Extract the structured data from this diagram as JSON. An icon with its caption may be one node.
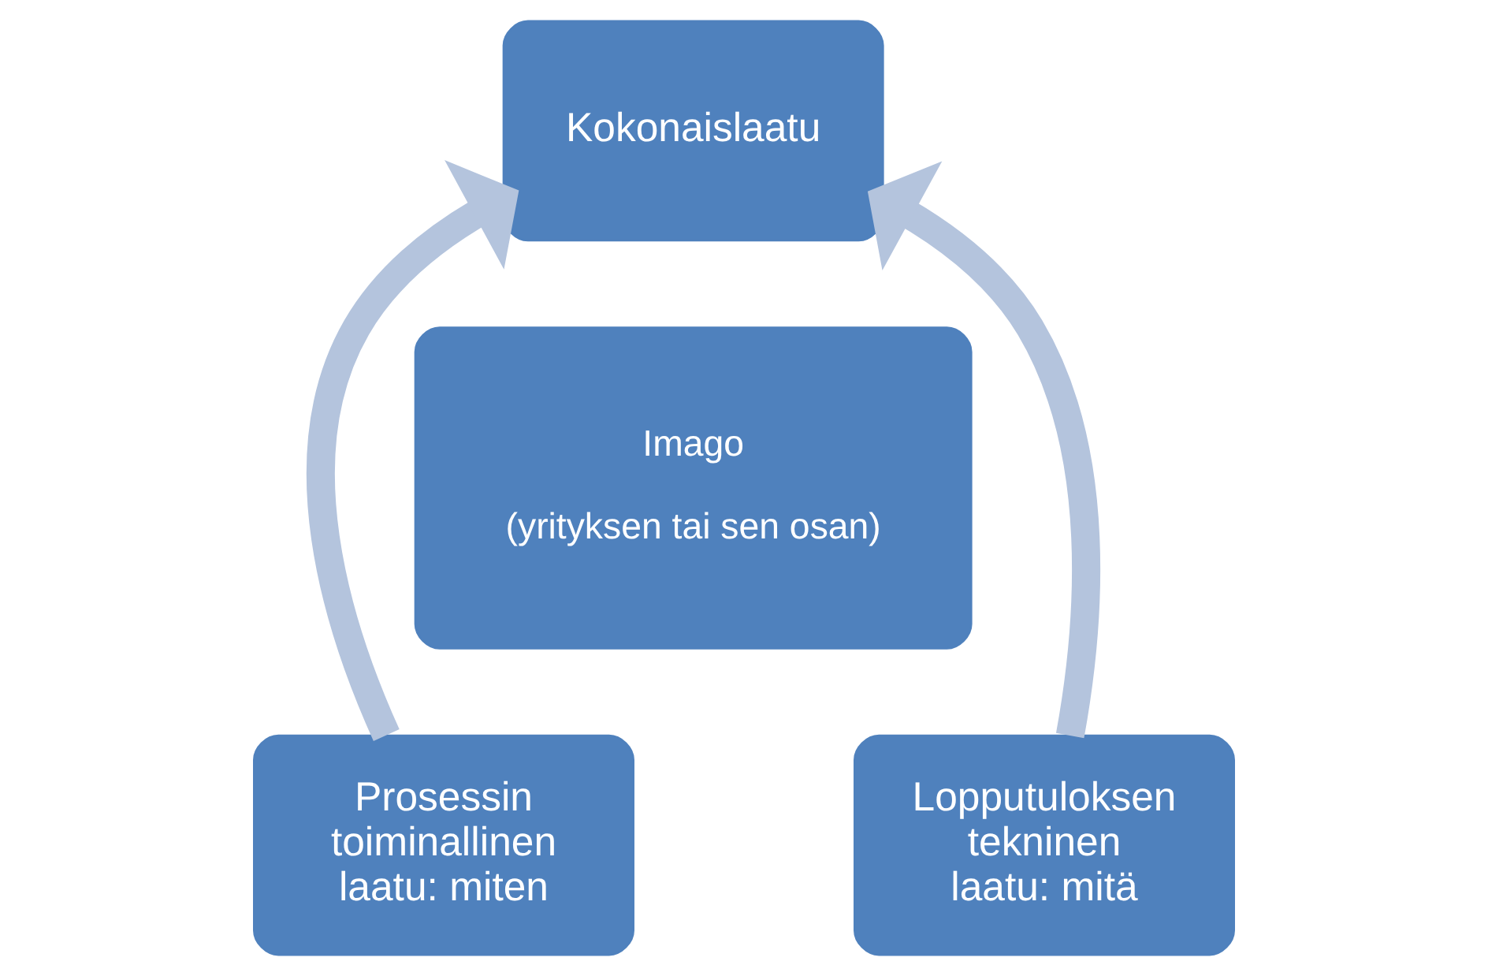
{
  "diagram": {
    "nodes": [
      {
        "text": [
          "Kokonaislaatu"
        ]
      },
      {
        "text": [
          "Imago",
          "(yrityksen tai sen osan)"
        ]
      },
      {
        "text": [
          "Prosessin toiminallinen laatu: miten"
        ]
      },
      {
        "text": [
          "Lopputuloksen tekninen laatu: mitä"
        ]
      }
    ],
    "edges": [
      {
        "from": 2,
        "to": 0,
        "arrow": "to"
      },
      {
        "from": 3,
        "to": 0,
        "arrow": "to"
      }
    ]
  }
}
